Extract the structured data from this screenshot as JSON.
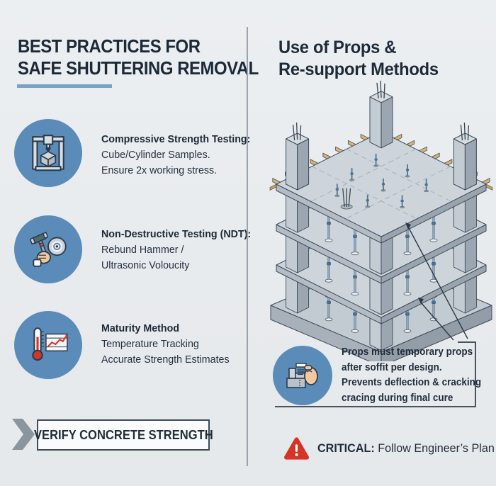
{
  "left": {
    "title_line1": "BEST PRACTICES FOR",
    "title_line2": "SAFE SHUTTERING REMOVAL",
    "items": [
      {
        "icon": "compression-test-icon",
        "title": "Compressive Strength Testing:",
        "line1": "Cube/Cylinder Samples.",
        "line2": "Ensure 2x working stress."
      },
      {
        "icon": "rebound-hammer-icon",
        "title": "Non-Destructive Testing (NDT):",
        "line1": "Rebund Hammer /",
        "line2": "Ultrasonic Voloucity"
      },
      {
        "icon": "maturity-thermometer-icon",
        "title": "Maturity Method",
        "line1": "Temperature Tracking",
        "line2": "Accurate Strength Estimates"
      }
    ],
    "cta": {
      "label": "VERIFY CONCRETE STRENGTH",
      "icon": "chevron-right-icon"
    }
  },
  "right": {
    "title_line1": "Use of Props &",
    "title_line2": "Re-support Methods",
    "illustration": "multi-storey concrete frame with slabs, steel props, timber joists and rebar columns",
    "callout": {
      "icon": "prop-install-hand-icon",
      "line1": "Props must temporary props",
      "line2": "after soffit per design.",
      "line3": "Prevents deflection & cracking",
      "line4": "cracing during final cure"
    },
    "critical": {
      "icon": "warning-triangle-icon",
      "label": "CRITICAL:",
      "text": "Follow Engineer’s Plan"
    }
  },
  "colors": {
    "background": "#e8ebee",
    "heading": "#1c2937",
    "accent_blue_bar": "#78a3c8",
    "icon_circle_blue": "#5a8bb9",
    "critical_red": "#d63427",
    "timber_tan": "#d8b173",
    "concrete_gray": "#c9d1d8",
    "divider_gray": "#9aa3ab"
  }
}
